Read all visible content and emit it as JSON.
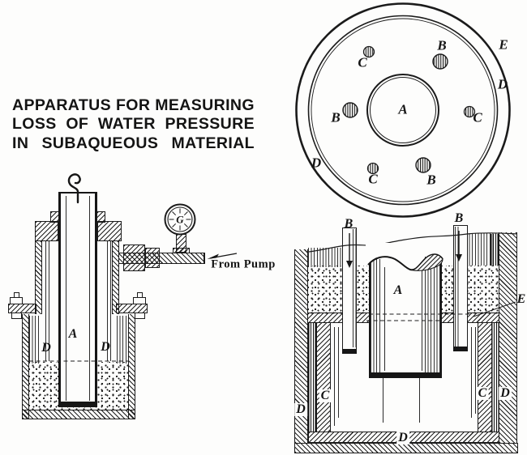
{
  "figure_title": {
    "lines": [
      "APPARATUS FOR MEASURING",
      "LOSS OF WATER PRESSURE",
      "IN SUBAQUEOUS MATERIAL"
    ]
  },
  "labels": {
    "a": "A",
    "b": "B",
    "c": "C",
    "d": "D",
    "e": "E",
    "g": "G"
  },
  "annotations": {
    "from_pump": "From Pump"
  }
}
